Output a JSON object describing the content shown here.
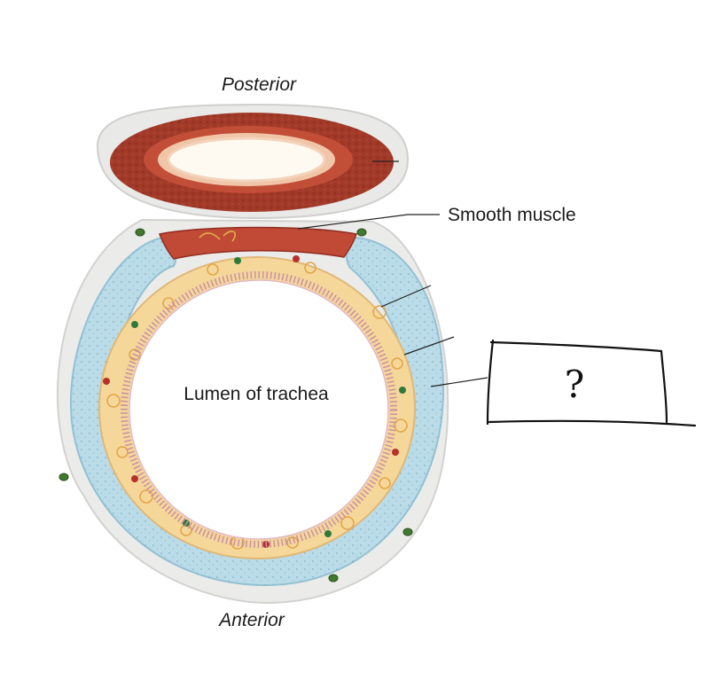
{
  "labels": {
    "top": "Posterior",
    "bottom": "Anterior",
    "smooth_muscle": "Smooth muscle",
    "lumen": "Lumen of trachea",
    "unknown": "?"
  },
  "colors": {
    "cartilage": "#b9dce8",
    "mucosa": "#f5d79a",
    "adventitia": "#e8e8e6",
    "muscle": "#b4402c",
    "esophagus_muscle": "#a23a29",
    "cilia": "#c98fa3"
  }
}
